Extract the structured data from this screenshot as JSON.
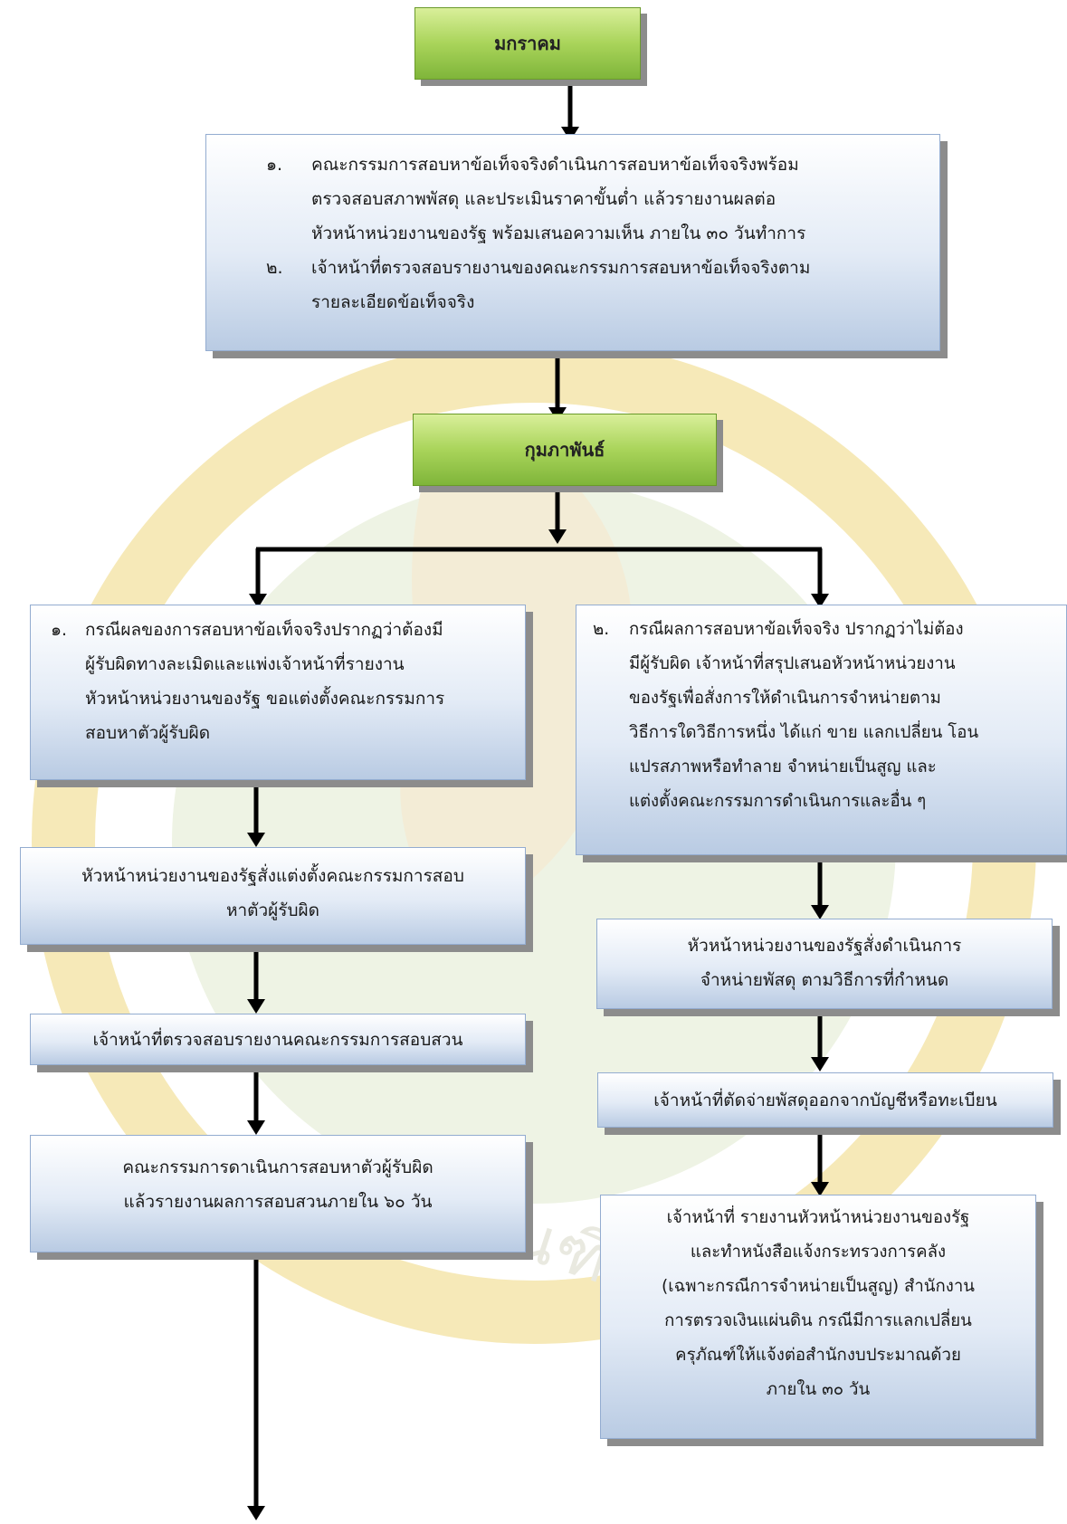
{
  "months": {
    "jan": "มกราคม",
    "feb": "กุมภาพันธ์"
  },
  "step1": {
    "items": [
      {
        "num": "๑.",
        "lines": [
          "คณะกรรมการสอบหาข้อเท็จจริงดำเนินการสอบหาข้อเท็จจริงพร้อม",
          "ตรวจสอบสภาพพัสดุ และประเมินราคาขั้นต่ำ แล้วรายงานผลต่อ",
          "หัวหน้าหน่วยงานของรัฐ พร้อมเสนอความเห็น ภายใน ๓๐ วันทำการ"
        ]
      },
      {
        "num": "๒.",
        "lines": [
          "เจ้าหน้าที่ตรวจสอบรายงานของคณะกรรมการสอบหาข้อเท็จจริงตาม",
          "รายละเอียดข้อเท็จจริง"
        ]
      }
    ]
  },
  "left": {
    "case": {
      "num": "๑.",
      "lines": [
        "กรณีผลของการสอบหาข้อเท็จจริงปรากฏว่าต้องมี",
        "ผู้รับผิดทางละเมิดและแพ่งเจ้าหน้าที่รายงาน",
        "หัวหน้าหน่วยงานของรัฐ ขอแต่งตั้งคณะกรรมการ",
        "สอบหาตัวผู้รับผิด"
      ]
    },
    "step2": [
      "หัวหน้าหน่วยงานของรัฐสั่งแต่งตั้งคณะกรรมการสอบ",
      "หาตัวผู้รับผิด"
    ],
    "step3": "เจ้าหน้าที่ตรวจสอบรายงานคณะกรรมการสอบสวน",
    "step4": [
      "คณะกรรมการดาเนินการสอบหาตัวผู้รับผิด",
      "แล้วรายงานผลการสอบสวนภายใน ๖๐ วัน"
    ]
  },
  "right": {
    "case": {
      "num": "๒.",
      "lines": [
        "กรณีผลการสอบหาข้อเท็จจริง ปรากฏว่าไม่ต้อง",
        "มีผู้รับผิด เจ้าหน้าที่สรุปเสนอหัวหน้าหน่วยงาน",
        "ของรัฐเพื่อสั่งการให้ดำเนินการจำหน่ายตาม",
        "วิธีการใดวิธีการหนึ่ง ได้แก่ ขาย แลกเปลี่ยน โอน",
        "แปรสภาพหรือทำลาย จำหน่ายเป็นสูญ และ",
        "แต่งตั้งคณะกรรมการดำเนินการและอื่น ๆ"
      ]
    },
    "step2": [
      "หัวหน้าหน่วยงานของรัฐสั่งดำเนินการ",
      "จำหน่ายพัสดุ ตามวิธีการที่กำหนด"
    ],
    "step3": "เจ้าหน้าที่ตัดจ่ายพัสดุออกจากบัญชีหรือทะเบียน",
    "step4": [
      "เจ้าหน้าที่ รายงานหัวหน้าหน่วยงานของรัฐ",
      "และทำหนังสือแจ้งกระทรวงการคลัง",
      "(เฉพาะกรณีการจำหน่ายเป็นสูญ) สำนักงาน",
      "การตรวจเงินแผ่นดิน กรณีมีการแลกเปลี่ยน",
      "ครุภัณฑ์ให้แจ้งต่อสำนักงบประมาณด้วย",
      "ภายใน ๓๐ วัน"
    ]
  },
  "watermark": {
    "text": "บัณฑิต",
    "colors": {
      "ring": "#f6e9b8",
      "inner": "#e6efd8"
    }
  }
}
